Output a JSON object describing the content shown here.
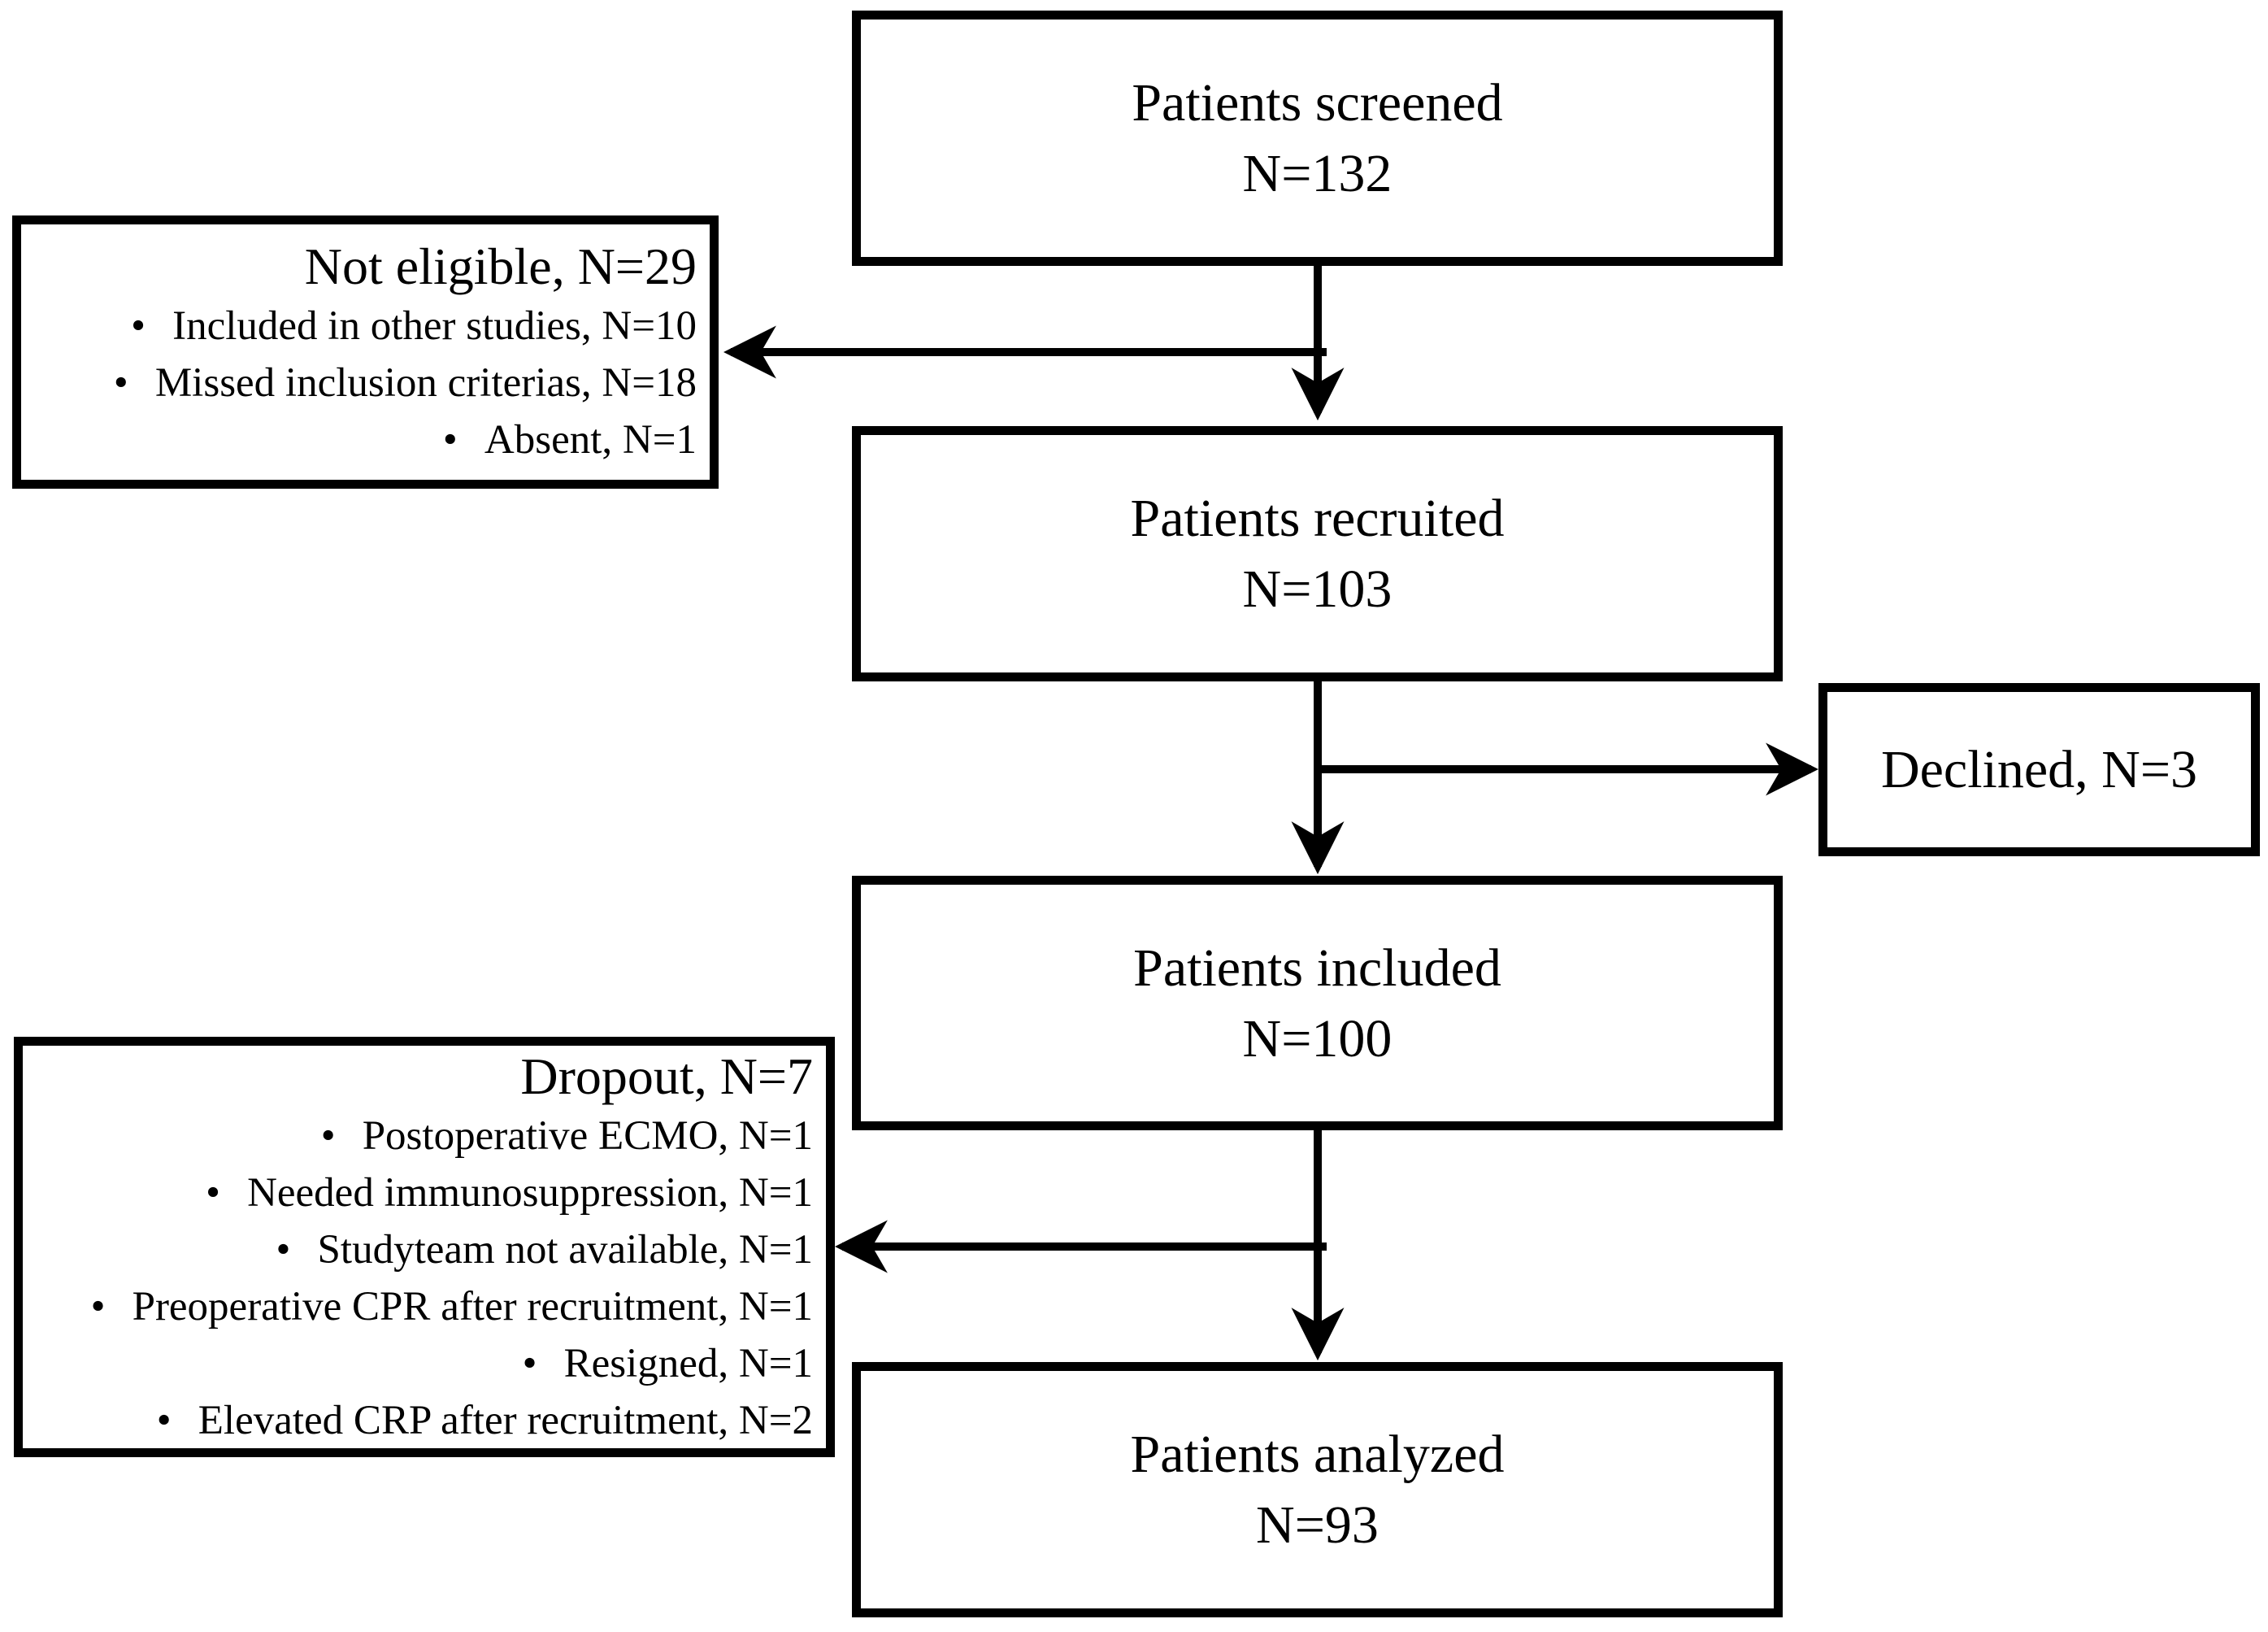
{
  "diagram": {
    "background": "#ffffff",
    "ink": "#000000",
    "bullet": "•",
    "nodes": {
      "screened": {
        "line1": "Patients screened",
        "line2": "N=132"
      },
      "not_eligible": {
        "title": "Not eligible, N=29",
        "items": [
          "Included in other studies, N=10",
          "Missed inclusion criterias, N=18",
          "Absent, N=1"
        ]
      },
      "recruited": {
        "line1": "Patients recruited",
        "line2": "N=103"
      },
      "declined": {
        "label": "Declined, N=3"
      },
      "included": {
        "line1": "Patients included",
        "line2": "N=100"
      },
      "dropout": {
        "title": "Dropout, N=7",
        "items": [
          "Postoperative ECMO, N=1",
          "Needed immunosuppression, N=1",
          "Studyteam not available, N=1",
          "Preoperative CPR after recruitment, N=1",
          "Resigned, N=1",
          "Elevated CRP after recruitment, N=2"
        ]
      },
      "analyzed": {
        "line1": "Patients analyzed",
        "line2": "N=93"
      }
    }
  }
}
